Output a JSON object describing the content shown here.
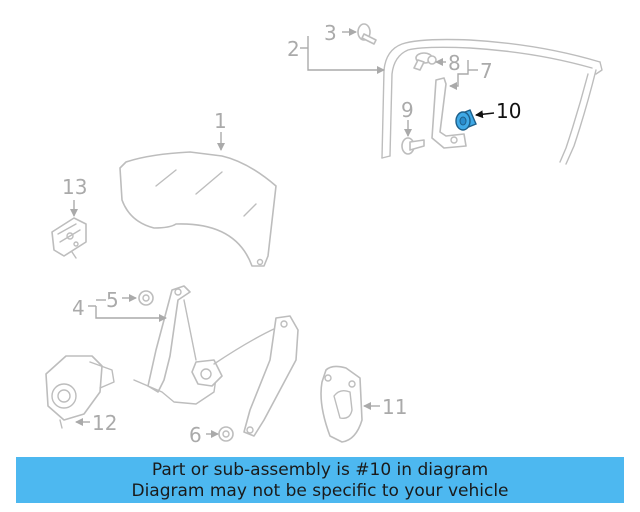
{
  "callouts": {
    "c1": "1",
    "c2": "2",
    "c3": "3",
    "c4": "4",
    "c5": "5",
    "c6": "6",
    "c7": "7",
    "c8": "8",
    "c9": "9",
    "c10": "10",
    "c11": "11",
    "c12": "12",
    "c13": "13"
  },
  "highlight": {
    "part": "10",
    "color": "#3fa9e6"
  },
  "caption": {
    "line1": "Part or sub-assembly is #10 in diagram",
    "line2": "Diagram may not be specific to your vehicle",
    "background": "#4db8f0"
  }
}
